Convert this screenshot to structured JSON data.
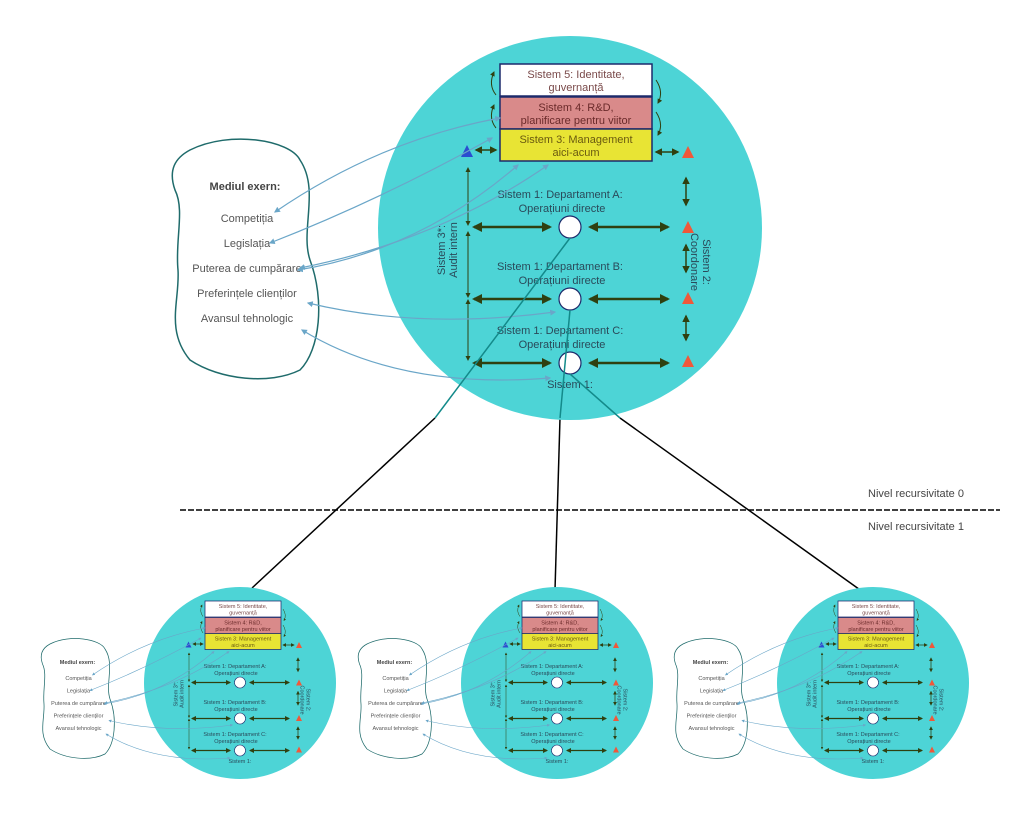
{
  "colors": {
    "circle": "#4dd4d6",
    "s5": "#ffffff",
    "s4": "#d98a8a",
    "s3": "#e8e434",
    "border": "#1d2a6b",
    "arrow": "#2f4010",
    "flow": "#6aa6c8",
    "red": "#f0583a",
    "blue": "#2a4ed0",
    "cloud": "#1f6b6b",
    "link": "#138a8a"
  },
  "vsm": {
    "s5": [
      "Sistem 5: Identitate,",
      "guvernanță"
    ],
    "s4": [
      "Sistem 4: R&D,",
      "planificare pentru viitor"
    ],
    "s3": [
      "Sistem 3: Management",
      "aici-acum"
    ],
    "deptA": [
      "Sistem 1: Departament A:",
      "Operațiuni directe"
    ],
    "deptB": [
      "Sistem 1: Departament B:",
      "Operațiuni directe"
    ],
    "deptC": [
      "Sistem 1: Departament C:",
      "Operațiuni directe"
    ],
    "s1": "Sistem 1:",
    "s3star": [
      "Sistem 3*:",
      "Audit intern"
    ],
    "s2": [
      "Sistem 2:",
      "Coordonare"
    ]
  },
  "environment": {
    "title": "Mediul exern:",
    "items": [
      "Competiția",
      "Legislația",
      "Puterea de cumpărare",
      "Preferințele clienților",
      "Avansul tehnologic"
    ]
  },
  "levels": {
    "level0": "Nivel recursivitate 0",
    "level1": "Nivel recursivitate 1"
  }
}
